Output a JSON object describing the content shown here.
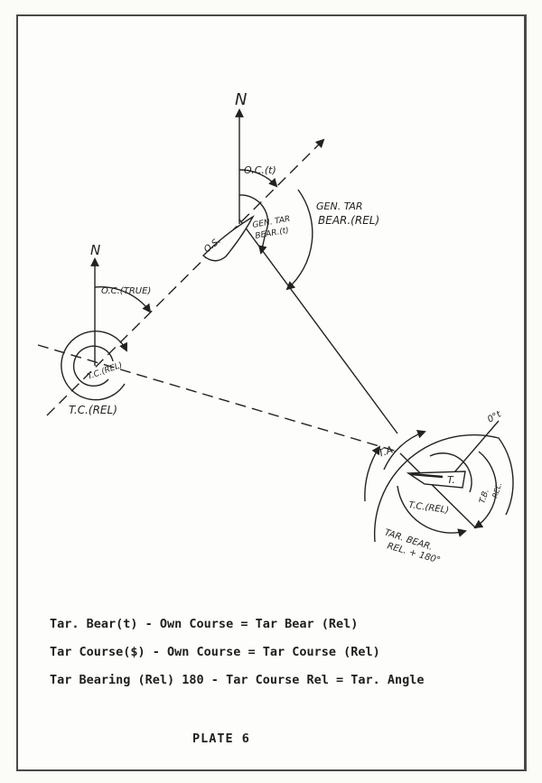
{
  "labels": {
    "north_top": "N",
    "north_left": "N",
    "oc_t": "O.C.(t)",
    "oc_true": "O.C.(TRUE)",
    "os": "O.S.",
    "gen_tar_bear_t_1": "GEN. TAR",
    "gen_tar_bear_t_2": "BEAR.(t)",
    "gen_tar_bear_rel_1": "GEN. TAR",
    "gen_tar_bear_rel_2": "BEAR.(REL)",
    "tc_rel_inner": "T.C.(REL)",
    "tc_rel_outer": "T.C.(REL)",
    "ta": "T.A.",
    "target": "T.",
    "zero_t": "0°t",
    "tc_rel_right": "T.C.(REL)",
    "tb_rel_1": "T.B.",
    "tb_rel_2": "REL.",
    "tar_bear_1": "TAR. BEAR.",
    "tar_bear_2": "REL. + 180°"
  },
  "formulas": [
    "Tar. Bear(t) - Own Course = Tar Bear (Rel)",
    "Tar Course($) - Own Course = Tar Course (Rel)",
    "Tar Bearing (Rel)  180 - Tar Course Rel = Tar. Angle"
  ],
  "plate": "PLATE 6"
}
